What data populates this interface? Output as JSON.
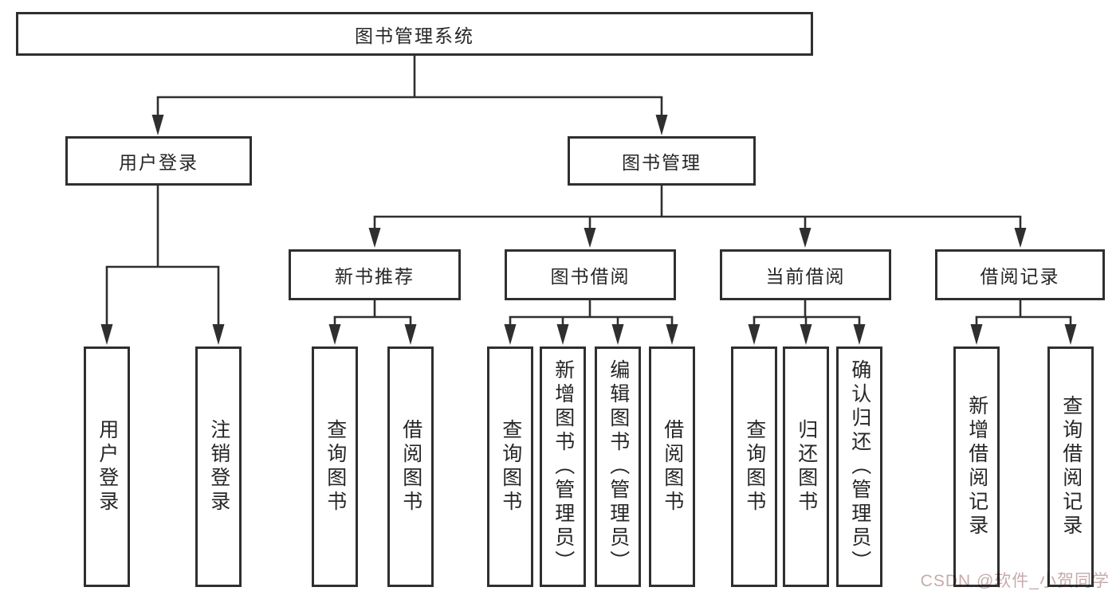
{
  "colors": {
    "background": "#ffffff",
    "line": "#2f2f2f",
    "box_fill": "#ffffff",
    "text": "#262626",
    "watermark": "#c7abab"
  },
  "diagram": {
    "root": {
      "label": "图书管理系统",
      "children": [
        {
          "label": "用户登录",
          "children": [
            {
              "label": "用户登录"
            },
            {
              "label": "注销登录"
            }
          ]
        },
        {
          "label": "图书管理",
          "children": [
            {
              "label": "新书推荐",
              "children": [
                {
                  "label": "查询图书"
                },
                {
                  "label": "借阅图书"
                }
              ]
            },
            {
              "label": "图书借阅",
              "children": [
                {
                  "label": "查询图书"
                },
                {
                  "label": "新增图书（管理员）"
                },
                {
                  "label": "编辑图书（管理员）"
                },
                {
                  "label": "借阅图书"
                }
              ]
            },
            {
              "label": "当前借阅",
              "children": [
                {
                  "label": "查询图书"
                },
                {
                  "label": "归还图书"
                },
                {
                  "label": "确认归还（管理员）"
                }
              ]
            },
            {
              "label": "借阅记录",
              "children": [
                {
                  "label": "新增借阅记录"
                },
                {
                  "label": "查询借阅记录"
                }
              ]
            }
          ]
        }
      ]
    }
  },
  "watermark": {
    "text": "CSDN @软件_小贺同学"
  }
}
